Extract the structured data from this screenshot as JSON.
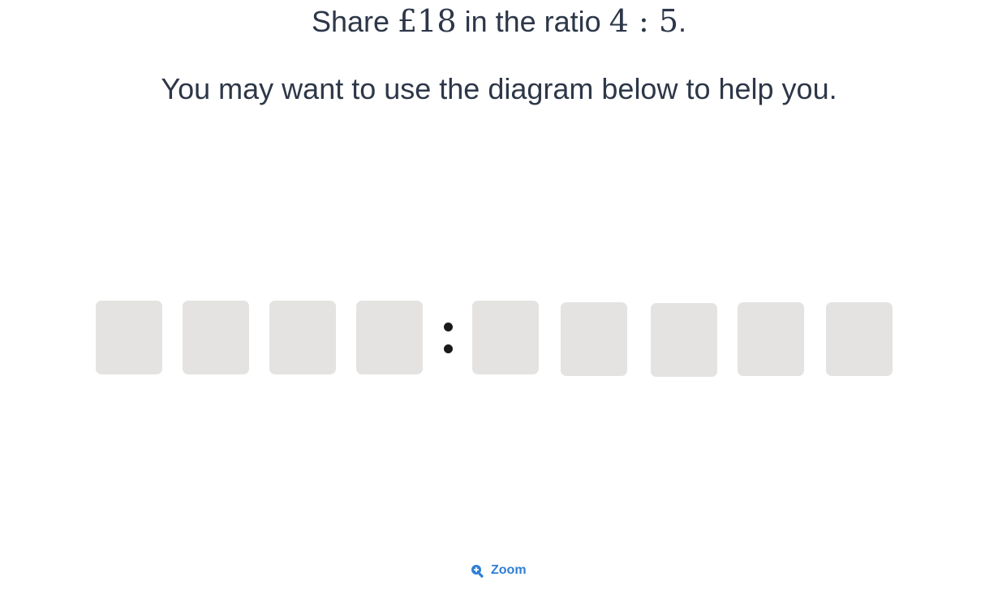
{
  "question": {
    "prefix": "Share ",
    "amount": "£18",
    "middle": " in the ratio ",
    "ratio": "4 : 5",
    "suffix": "."
  },
  "hint": "You may want to use the diagram below to help you.",
  "diagram": {
    "left_parts": 4,
    "right_parts": 5,
    "block_color": "#e4e3e1",
    "separator": "ratio-colon"
  },
  "zoom": {
    "icon": "zoom-in-icon",
    "label": "Zoom",
    "color": "#2f7fd6"
  }
}
